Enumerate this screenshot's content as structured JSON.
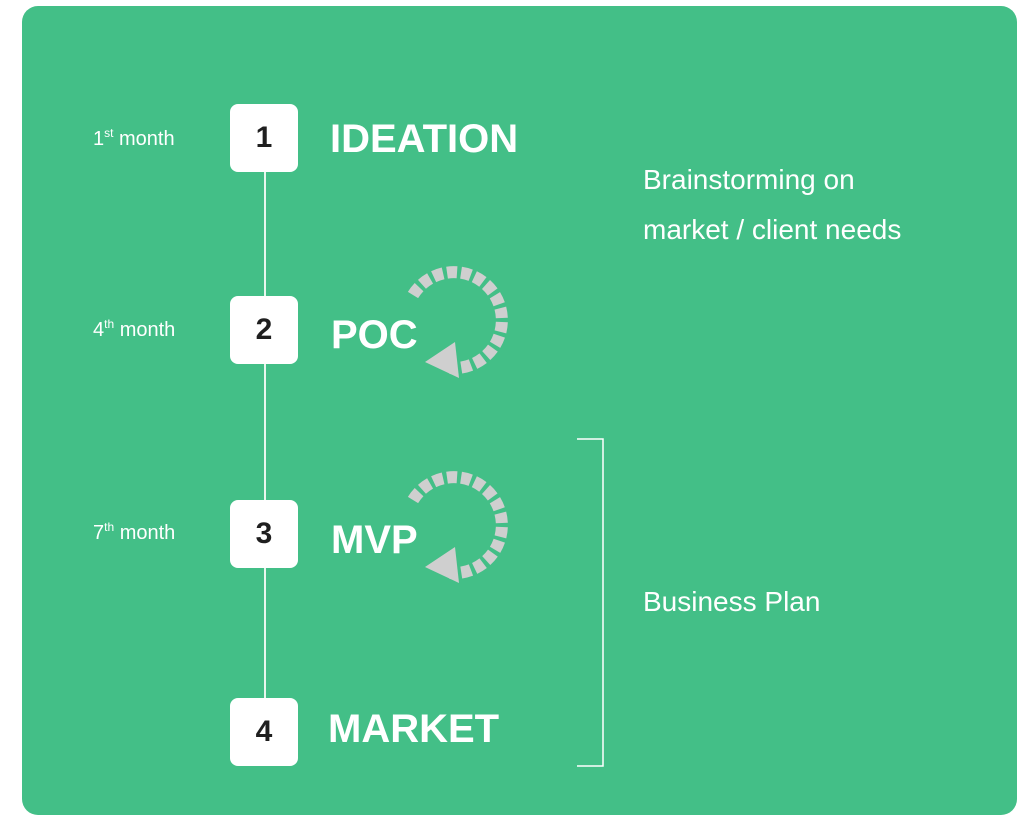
{
  "steps": [
    {
      "number": "1",
      "title": "IDEATION",
      "month_num": "1",
      "month_suffix": "st",
      "month_word": " month"
    },
    {
      "number": "2",
      "title": "POC",
      "month_num": "4",
      "month_suffix": "th",
      "month_word": " month"
    },
    {
      "number": "3",
      "title": "MVP",
      "month_num": "7",
      "month_suffix": "th",
      "month_word": " month"
    },
    {
      "number": "4",
      "title": "MARKET"
    }
  ],
  "notes": {
    "ideation_line1": "Brainstorming on",
    "ideation_line2": "market / client needs",
    "business_plan": "Business Plan"
  },
  "icons": [
    "loop-arrow-icon",
    "loop-arrow-icon"
  ],
  "colors": {
    "background": "#43bf87",
    "box": "#ffffff",
    "number_text": "#1f1f1f",
    "text": "#ffffff",
    "loop_arrow": "#cfcfcf"
  }
}
